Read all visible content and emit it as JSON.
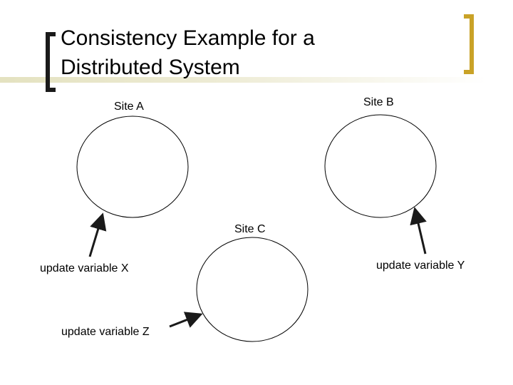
{
  "slide": {
    "title_line1": "Consistency Example for a",
    "title_line2": "Distributed System"
  },
  "diagram": {
    "sites": [
      {
        "id": "site-a",
        "label": "Site A"
      },
      {
        "id": "site-b",
        "label": "Site B"
      },
      {
        "id": "site-c",
        "label": "Site C"
      }
    ],
    "updates": [
      {
        "label": "update variable X",
        "target": "Site A"
      },
      {
        "label": "update variable Y",
        "target": "Site B"
      },
      {
        "label": "update variable Z",
        "target": "Site C"
      }
    ]
  },
  "colors": {
    "left_bracket": "#1a1a1a",
    "right_bracket": "#c9a227",
    "title_band": "#e4e2c0"
  }
}
